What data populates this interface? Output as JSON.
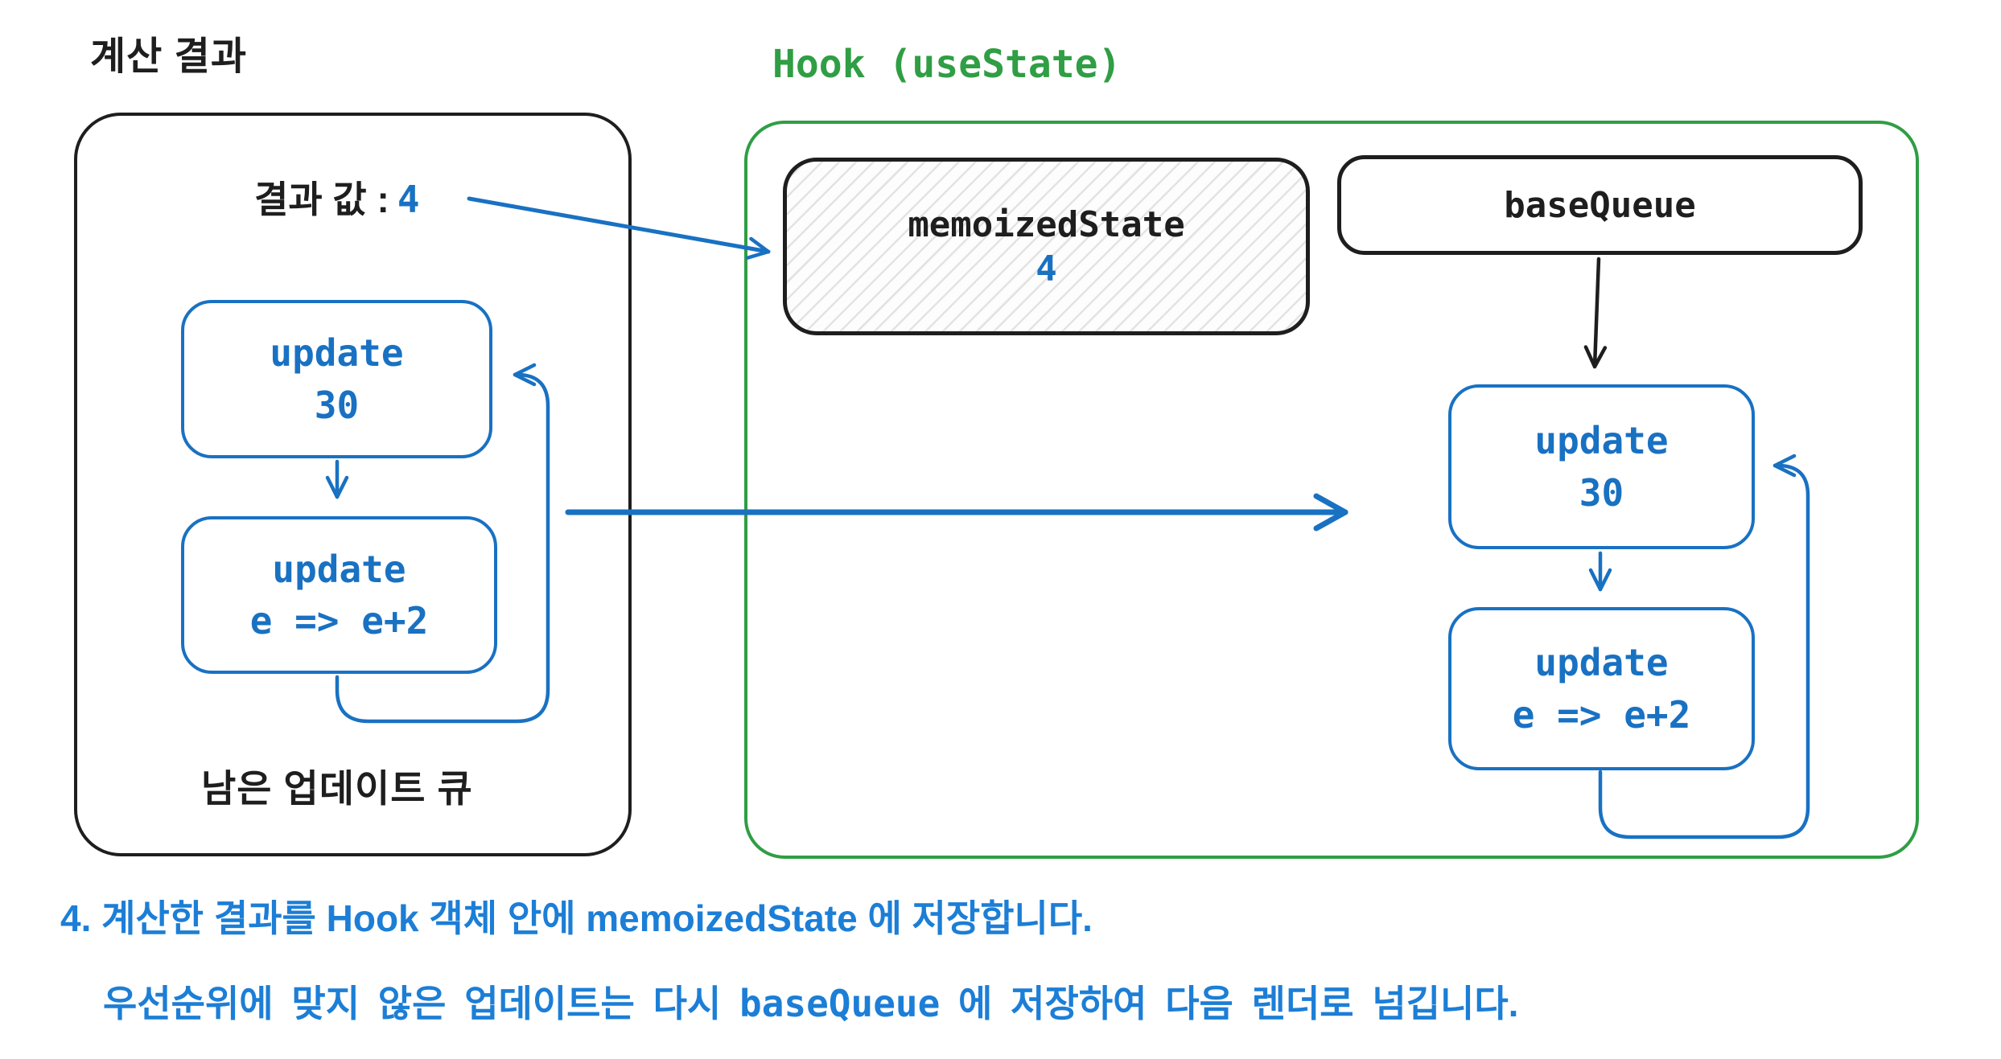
{
  "colors": {
    "diagram_blue": "#1971c2",
    "caption_blue": "#1c7ed6",
    "green": "#2f9e44",
    "ink_black": "#1e1e1e"
  },
  "left_panel": {
    "title": "계산 결과",
    "result_label": "결과 값 :",
    "result_value": "4",
    "updates": [
      {
        "line1": "update",
        "line2": "30"
      },
      {
        "line1": "update",
        "line2": "e => e+2"
      }
    ],
    "queue_label": "남은 업데이트 큐"
  },
  "hook_panel": {
    "title": "Hook (useState)",
    "memoized_state": {
      "label": "memoizedState",
      "value": "4"
    },
    "base_queue_label": "baseQueue",
    "updates": [
      {
        "line1": "update",
        "line2": "30"
      },
      {
        "line1": "update",
        "line2": "e => e+2"
      }
    ]
  },
  "caption": {
    "line1": "4. 계산한 결과를 Hook 객체 안에 memoizedState 에 저장합니다.",
    "line2_prefix": "우선순위에 맞지 않은 업데이트는 다시 ",
    "line2_code": "baseQueue",
    "line2_suffix": " 에 저장하여 다음 렌더로 넘깁니다."
  }
}
